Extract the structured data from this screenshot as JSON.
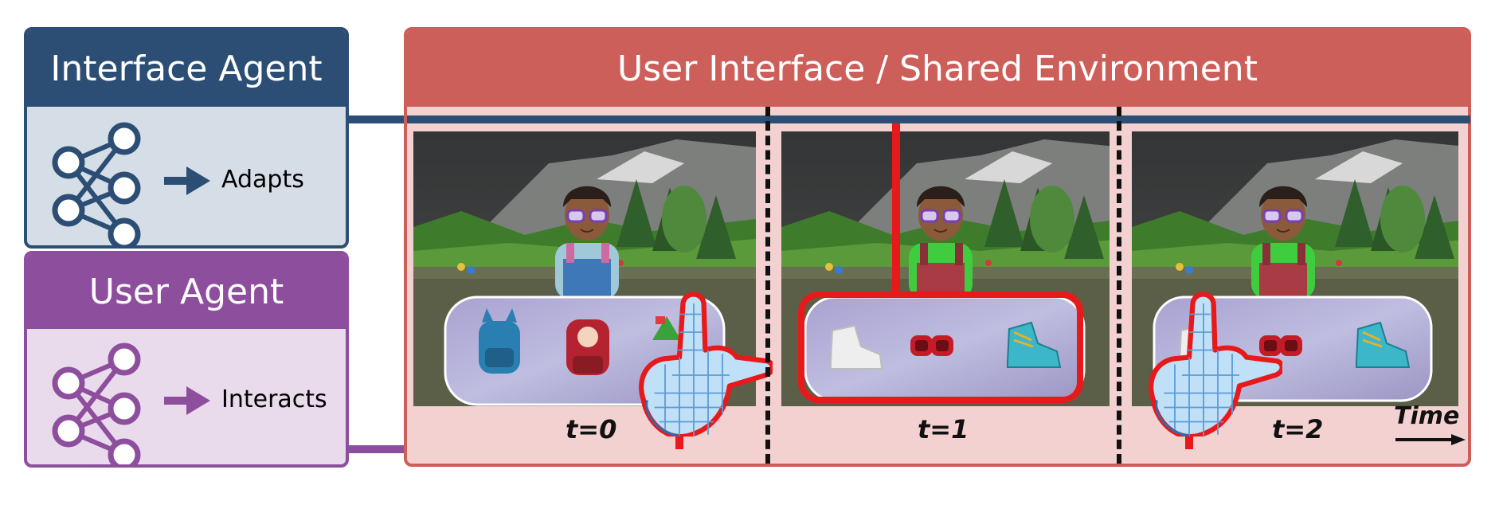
{
  "interface_agent": {
    "title": "Interface Agent",
    "action": "Adapts",
    "color": "#2c4e74",
    "body_color": "#d5dde6"
  },
  "user_agent": {
    "title": "User Agent",
    "action": "Interacts",
    "color": "#8e4e9e",
    "body_color": "#e9dbec"
  },
  "environment": {
    "title": "User Interface / Shared Environment",
    "color": "#cd5f5b",
    "body_color": "#f3d1d1"
  },
  "timesteps": [
    {
      "label": "t=0",
      "items": [
        "backpack-blue-icon",
        "backpack-red-icon",
        "hat-green-icon"
      ],
      "interaction": "user"
    },
    {
      "label": "t=1",
      "items": [
        "sneaker-white-icon",
        "goggles-red-icon",
        "sneaker-teal-icon"
      ],
      "interaction": "interface"
    },
    {
      "label": "t=2",
      "items": [
        "sneaker-white-icon",
        "goggles-red-icon",
        "sneaker-teal-icon"
      ],
      "interaction": "user"
    }
  ],
  "time_axis": {
    "label": "Time"
  },
  "highlight_color": "#e8191b"
}
